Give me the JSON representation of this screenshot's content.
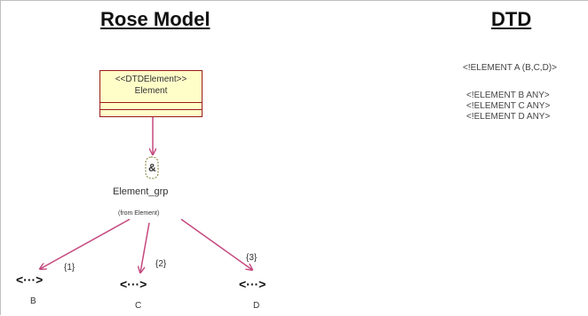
{
  "rose": {
    "title": "Rose Model",
    "class": {
      "stereotype": "<<DTDElement>>",
      "name": "Element"
    },
    "group": {
      "name": "Element_grp",
      "from": "(from Element)",
      "connector_symbol": "&"
    },
    "children": [
      {
        "name": "B",
        "multiplicity": "{1}",
        "symbol": "<···>"
      },
      {
        "name": "C",
        "multiplicity": "{2}",
        "symbol": "<···>"
      },
      {
        "name": "D",
        "multiplicity": "{3}",
        "symbol": "<···>"
      }
    ]
  },
  "dtd": {
    "title": "DTD",
    "lines": [
      "<!ELEMENT A (B,C,D)>",
      "<!ELEMENT B ANY>",
      "<!ELEMENT C ANY>",
      "<!ELEMENT D ANY>"
    ]
  },
  "colors": {
    "arrow": "#c5487e",
    "class_fill": "#fffdc8",
    "class_border": "#9b1b1b"
  }
}
